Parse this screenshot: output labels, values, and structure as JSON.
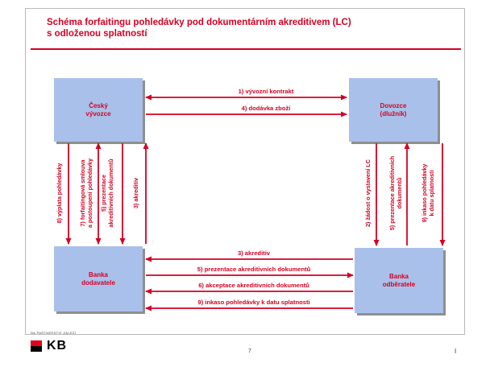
{
  "title": {
    "line1": "Schéma forfaitingu pohledávky pod dokumentárním akreditivem (LC)",
    "line2": "s odloženou splatností"
  },
  "boxes": {
    "exporter": [
      "Český",
      "vývozce"
    ],
    "importer": [
      "Dovozce",
      "(dlužník)"
    ],
    "bank_supplier": [
      "Banka",
      "dodavatele"
    ],
    "bank_buyer": [
      "Banka",
      "odběratele"
    ]
  },
  "top_flows": [
    {
      "label": "1) vývozní  kontrakt",
      "direction": "both"
    },
    {
      "label": "4) dodávka  zboží",
      "direction": "right"
    }
  ],
  "bottom_flows": [
    {
      "label": "3) akreditiv",
      "direction": "left"
    },
    {
      "label": "5) prezentace  akreditivních  dokumentů",
      "direction": "right"
    },
    {
      "label": "6) akceptace  akreditivních  dokumentů",
      "direction": "left"
    },
    {
      "label": "9) inkaso  pohledávky  k datu  splatnosti",
      "direction": "left"
    }
  ],
  "left_flows": [
    {
      "lines": [
        "8) výplata  pohledávky"
      ],
      "direction": "down"
    },
    {
      "lines": [
        "7) forfaitingová  smlouva",
        "a postoupení  pohledávky"
      ],
      "direction": "both"
    },
    {
      "lines": [
        "5) prezentace",
        "akreditivních  dokumentů"
      ],
      "direction": "down"
    },
    {
      "lines": [
        "3) akreditiv"
      ],
      "direction": "up"
    }
  ],
  "right_flows": [
    {
      "lines": [
        "2) žádost  o vystavení  LC"
      ],
      "direction": "down"
    },
    {
      "lines": [
        "5) prezentace  akreditivních",
        "dokumentů"
      ],
      "direction": "up"
    },
    {
      "lines": [
        "9) inkaso  pohledávky",
        "k datu splatnosti"
      ],
      "direction": "down"
    }
  ],
  "footer": {
    "tagline": "NA PARTNERSTVÍ ZÁLEŽÍ",
    "logo_text": "KB",
    "page_number": "7",
    "mark": "I"
  },
  "colors": {
    "accent": "#d40023",
    "box_fill": "#a9c1ea",
    "logo_red": "#e2001a"
  }
}
